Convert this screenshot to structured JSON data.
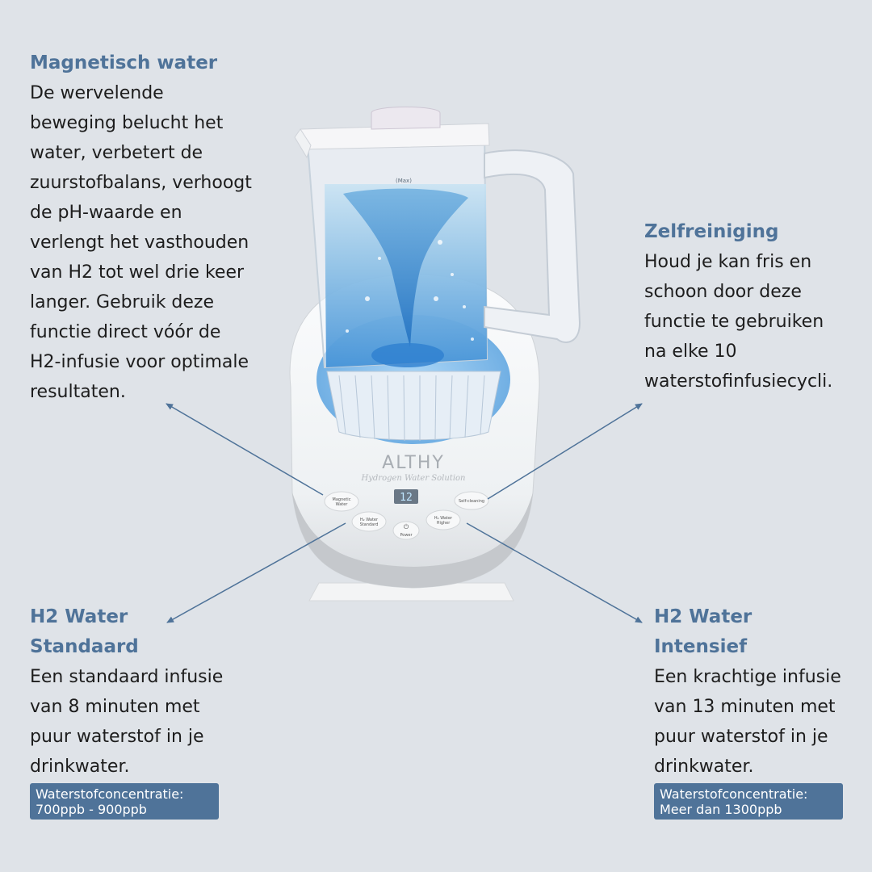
{
  "colors": {
    "background": "#dfe3e8",
    "accent": "#4f7399",
    "text": "#1d1d1d"
  },
  "magnetic": {
    "title": "Magnetisch water",
    "lines": [
      "De wervelende",
      "beweging belucht het",
      "water, verbetert de",
      "zuurstofbalans, verhoogt",
      "de pH-waarde en",
      "verlengt het vasthouden",
      "van H2 tot wel drie keer",
      "langer. Gebruik deze",
      "functie direct vóór de",
      "H2-infusie voor optimale",
      "resultaten."
    ]
  },
  "selfclean": {
    "title": "Zelfreiniging",
    "lines": [
      "Houd je kan fris en",
      "schoon door deze",
      "functie te gebruiken",
      "na elke 10",
      "waterstofinfusiecycli."
    ]
  },
  "standard": {
    "title_lines": [
      "H2 Water",
      "Standaard"
    ],
    "lines": [
      "Een standaard infusie",
      "van 8 minuten met",
      "puur waterstof in je",
      "drinkwater."
    ],
    "badge_lines": [
      "Waterstofconcentratie:",
      "700ppb - 900ppb"
    ]
  },
  "intense": {
    "title_lines": [
      "H2 Water",
      "Intensief"
    ],
    "lines": [
      "Een krachtige infusie",
      "van 13 minuten met",
      "puur waterstof in je",
      "drinkwater."
    ],
    "badge_lines": [
      "Waterstofconcentratie:",
      "Meer dan 1300ppb"
    ]
  },
  "device": {
    "brand": "ALTHY",
    "tagline": "Hydrogen Water Solution",
    "display": "12",
    "max_label": "(Max)",
    "buttons": {
      "magnetic": [
        "Magnetic",
        "Water"
      ],
      "standard": [
        "H₂ Water",
        "Standard"
      ],
      "power": "Power",
      "higher": [
        "H₂ Water",
        "Higher"
      ],
      "selfclean": "Self-cleaning"
    }
  }
}
